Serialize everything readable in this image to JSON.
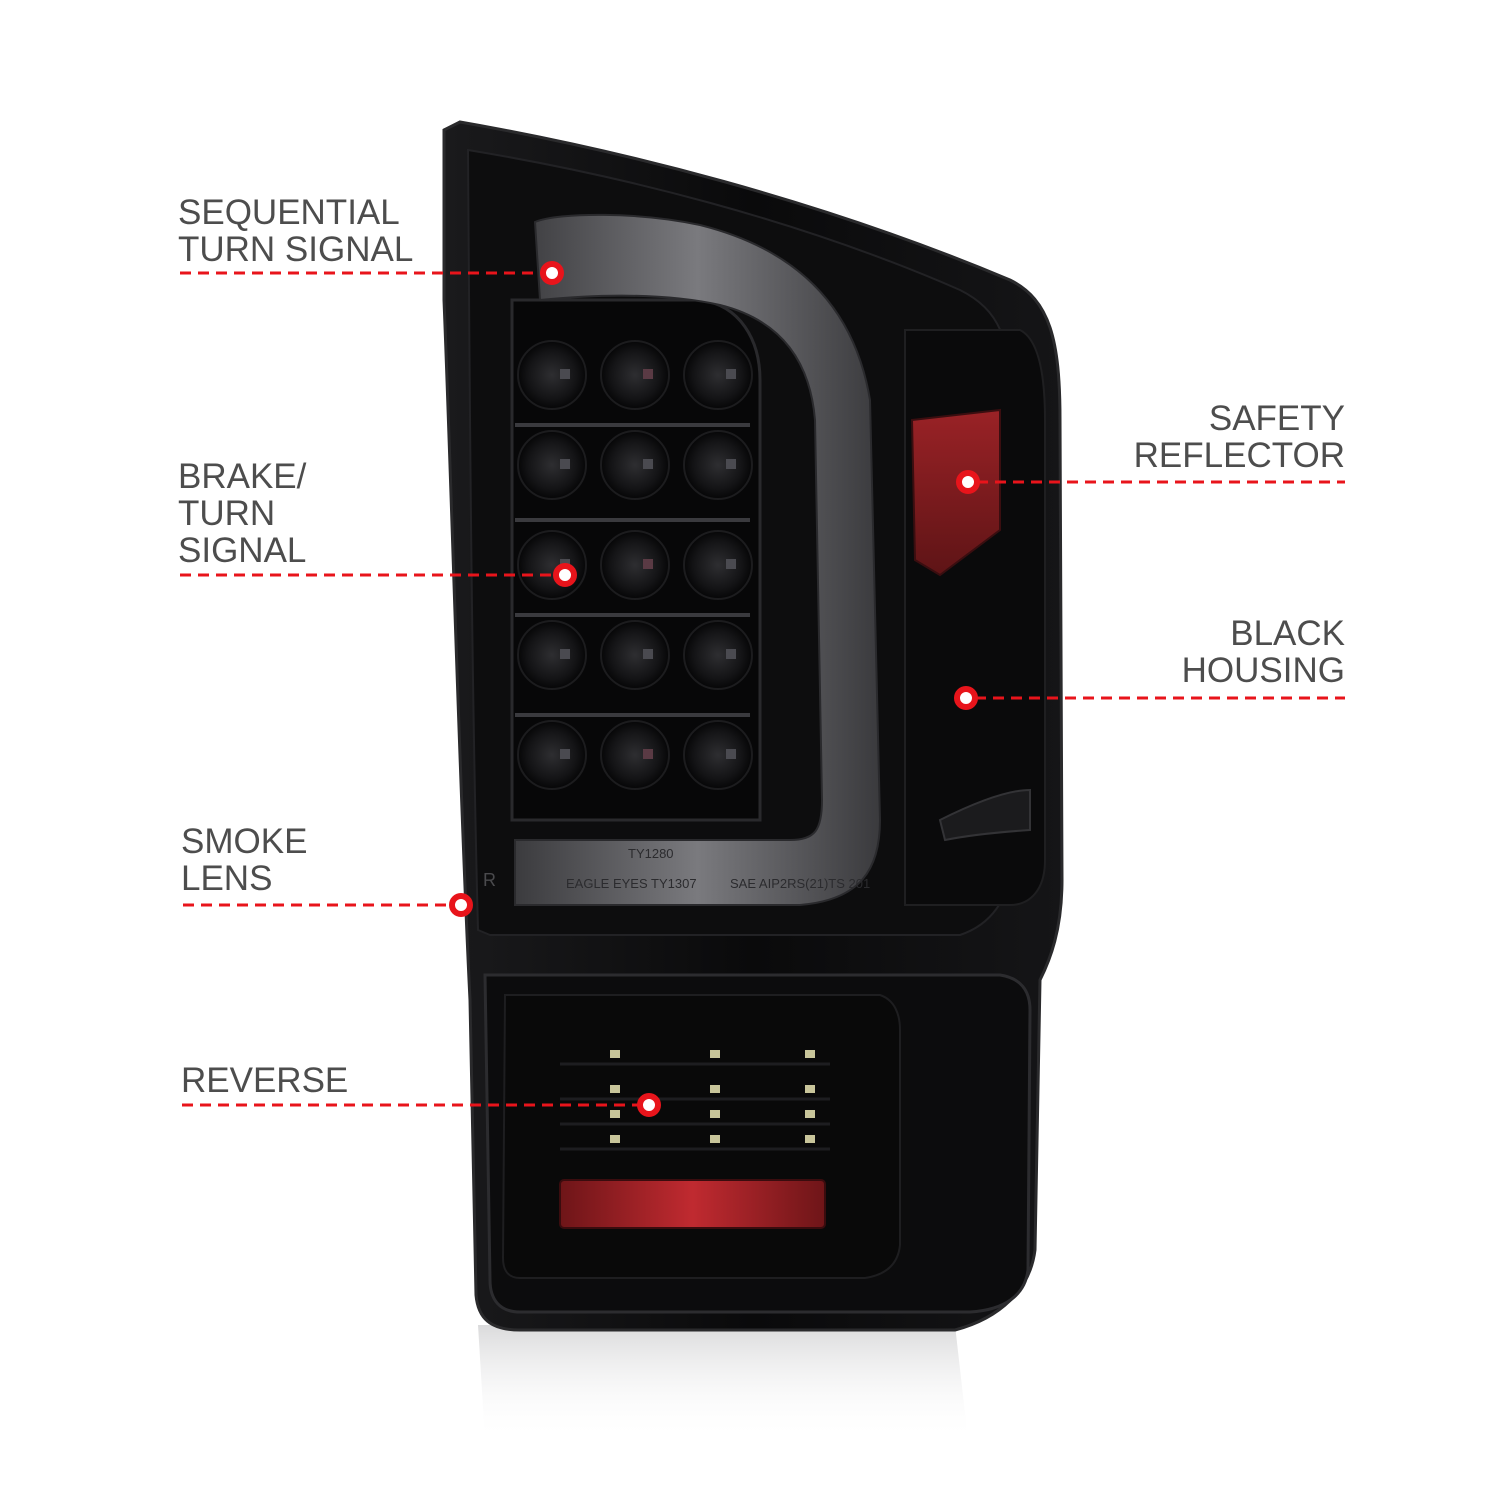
{
  "callouts": {
    "sequential": {
      "line1": "SEQUENTIAL",
      "line2": "TURN SIGNAL"
    },
    "brake": {
      "line1": "BRAKE/",
      "line2": "TURN",
      "line3": "SIGNAL"
    },
    "smoke": {
      "line1": "SMOKE",
      "line2": "LENS"
    },
    "reverse": {
      "line1": "REVERSE"
    },
    "safety": {
      "line1": "SAFETY",
      "line2": "REFLECTOR"
    },
    "black": {
      "line1": "BLACK",
      "line2": "HOUSING"
    }
  },
  "lens_markings": {
    "row1": "TY1280",
    "row2": "EAGLE EYES TY1307",
    "row3": "SAE AIP2RS(21)TS 201",
    "side": "R"
  },
  "colors": {
    "leader_line": "#e8141b",
    "label_text": "#4d4d4d",
    "housing": "#0b0b0c",
    "reflector": "#8b1a1d",
    "reverse_red_bar": "#b3242a"
  }
}
